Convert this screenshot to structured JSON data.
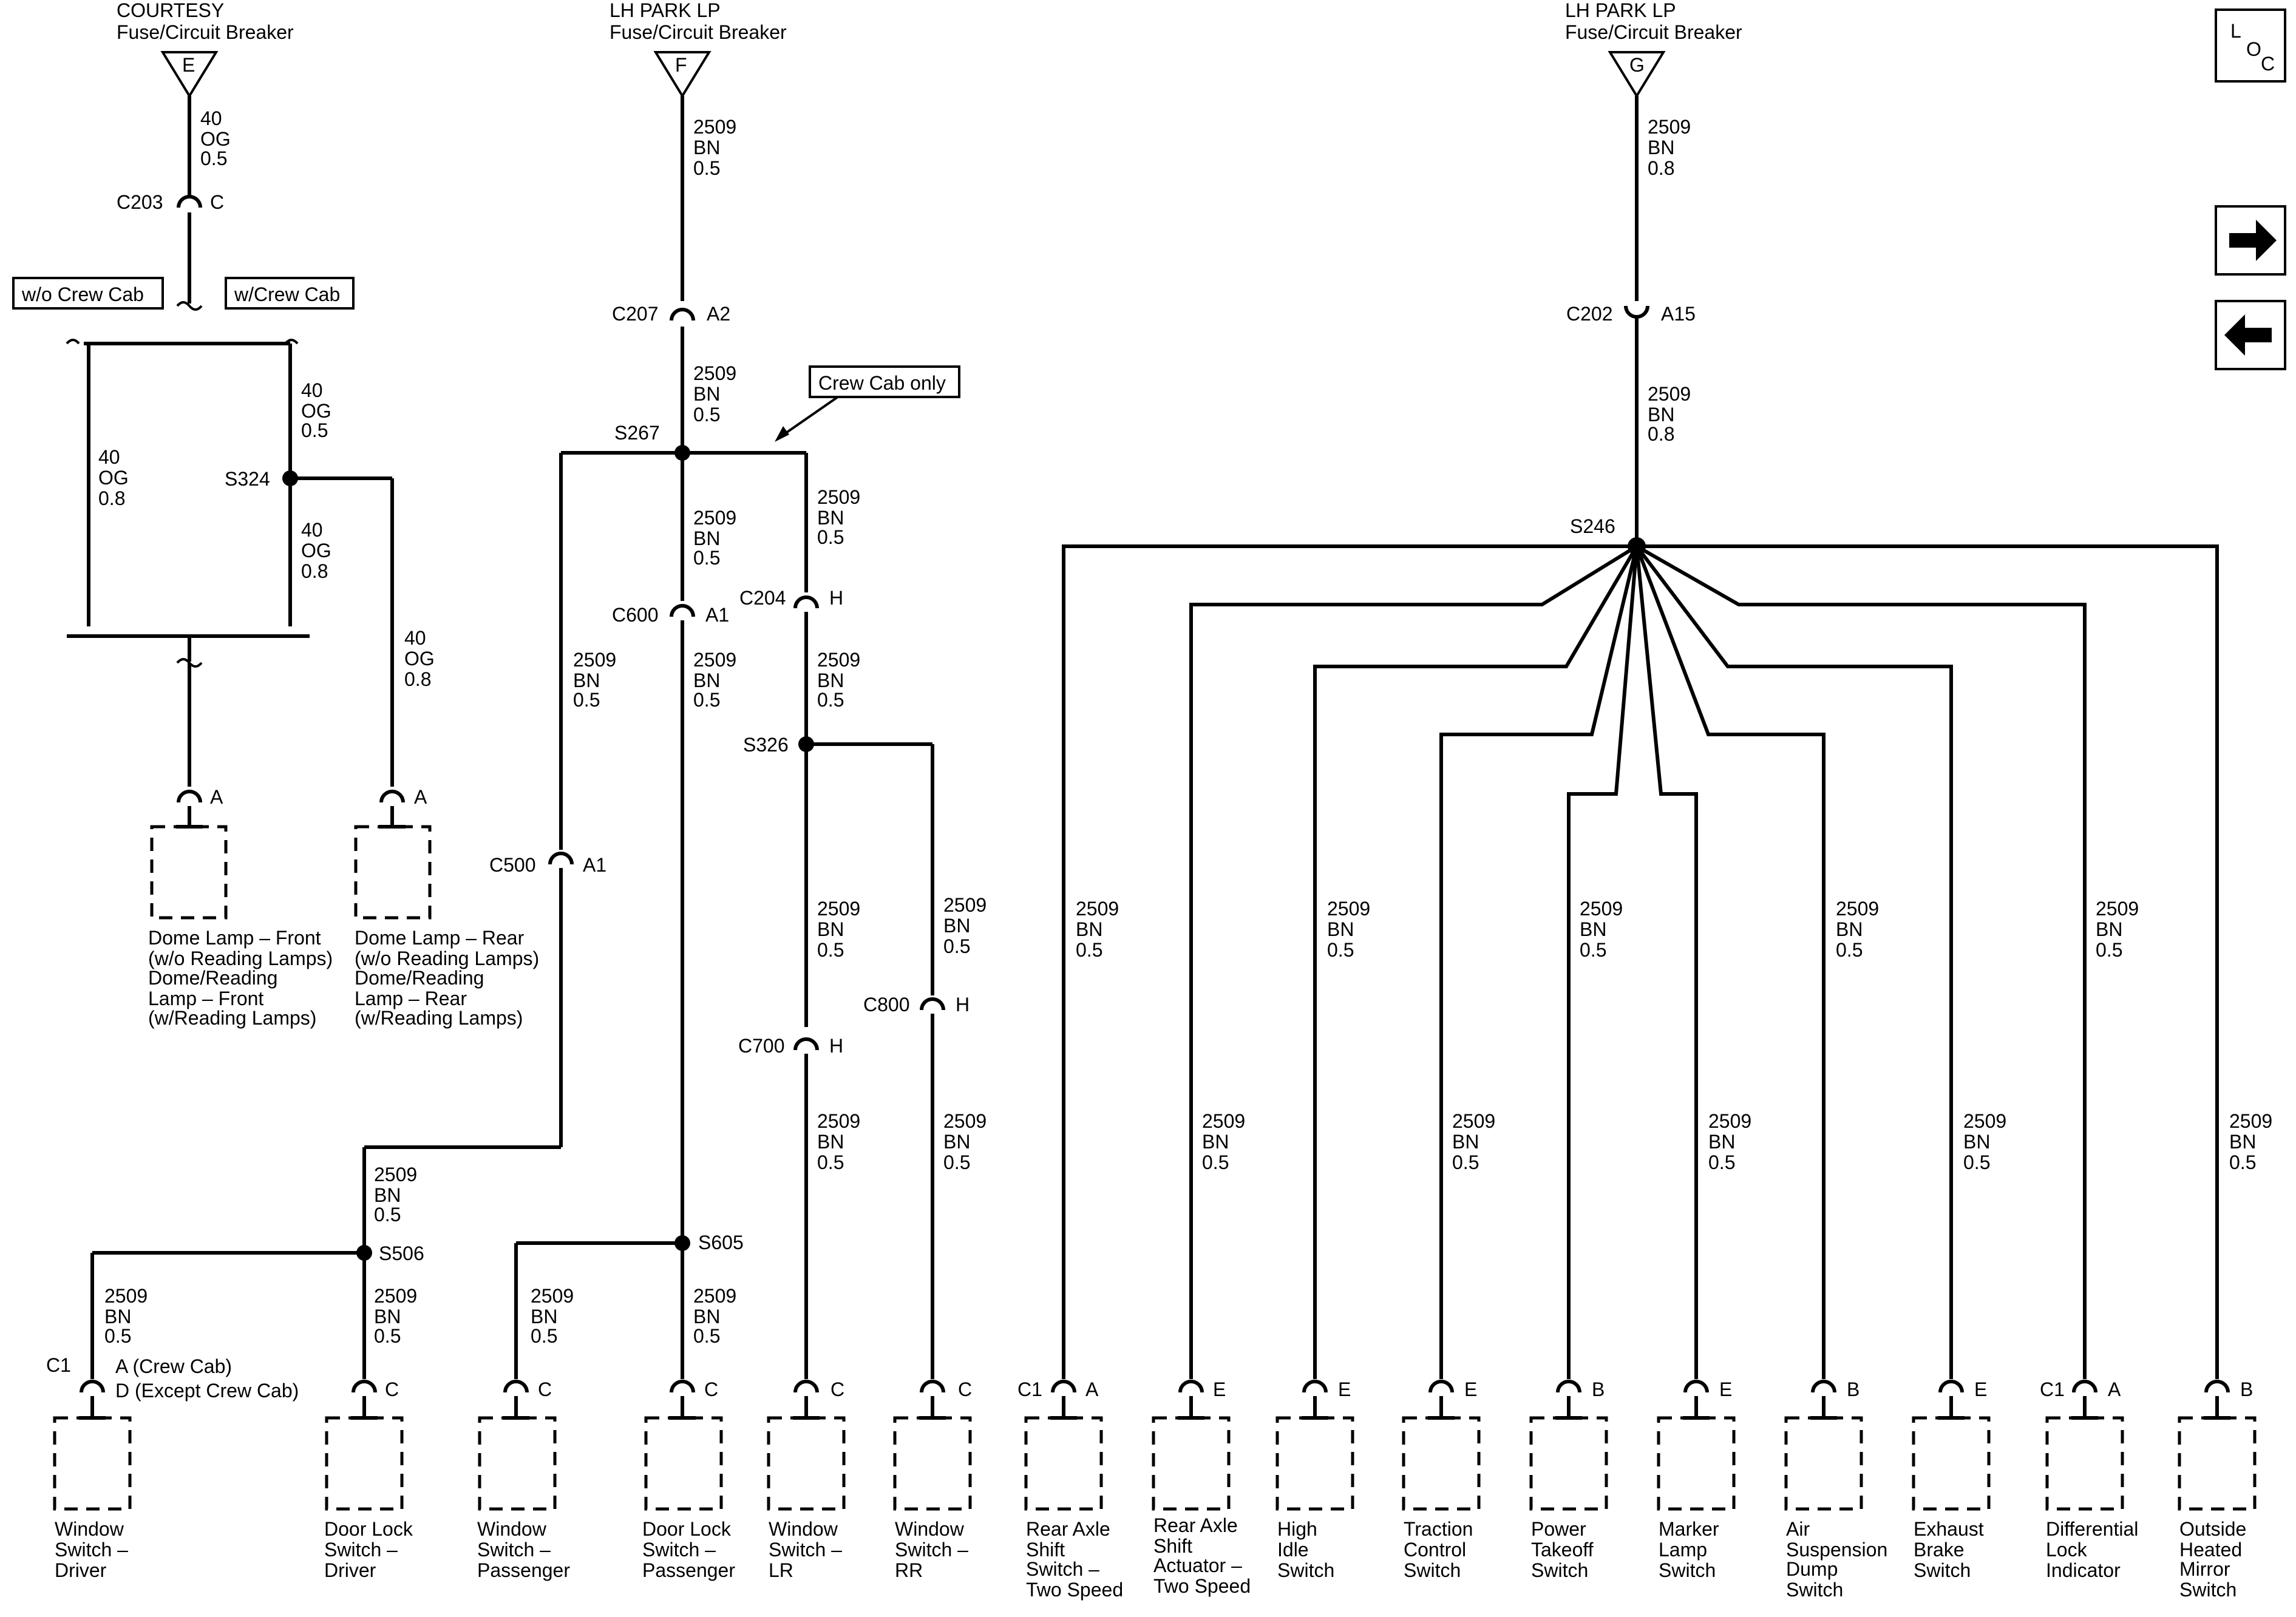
{
  "sources": [
    {
      "id": "E",
      "title": "COURTESY",
      "subtitle": "Fuse/Circuit Breaker"
    },
    {
      "id": "F",
      "title": "LH PARK LP",
      "subtitle": "Fuse/Circuit Breaker"
    },
    {
      "id": "G",
      "title": "LH PARK LP",
      "subtitle": "Fuse/Circuit Breaker"
    }
  ],
  "nav": {
    "loc_l": "L",
    "loc_o": "O",
    "loc_c": "C"
  },
  "options": {
    "wo_crew": "w/o Crew Cab",
    "w_crew": "w/Crew Cab",
    "crew_only": "Crew Cab only"
  },
  "wire": {
    "og": "OG",
    "bn": "BN",
    "c40": "40",
    "c2509": "2509",
    "g05": "0.5",
    "g08": "0.8"
  },
  "connectors": {
    "c203": "C203",
    "c203_pin": "C",
    "c207": "C207",
    "c207_pin": "A2",
    "c202": "C202",
    "c202_pin": "A15",
    "c600": "C600",
    "c600_pin": "A1",
    "c204": "C204",
    "c204_pin": "H",
    "c500": "C500",
    "c500_pin": "A1",
    "c700": "C700",
    "c700_pin": "H",
    "c800": "C800",
    "c800_pin": "H",
    "c1": "C1"
  },
  "splices": {
    "s324": "S324",
    "s267": "S267",
    "s326": "S326",
    "s246": "S246",
    "s506": "S506",
    "s605": "S605"
  },
  "pins": {
    "a": "A",
    "b": "B",
    "c": "C",
    "e": "E",
    "crew": "A (Crew Cab)",
    "except": "D (Except Crew Cab)"
  },
  "components": {
    "dome_front": [
      "Dome Lamp – Front",
      "(w/o Reading Lamps)",
      "Dome/Reading",
      "Lamp – Front",
      "(w/Reading Lamps)"
    ],
    "dome_rear": [
      "Dome Lamp – Rear",
      "(w/o Reading Lamps)",
      "Dome/Reading",
      "Lamp – Rear",
      "(w/Reading Lamps)"
    ],
    "window_driver": [
      "Window",
      "Switch –",
      "Driver"
    ],
    "door_driver": [
      "Door Lock",
      "Switch –",
      "Driver"
    ],
    "window_pass": [
      "Window",
      "Switch –",
      "Passenger"
    ],
    "door_pass": [
      "Door Lock",
      "Switch –",
      "Passenger"
    ],
    "window_lr": [
      "Window",
      "Switch –",
      "LR"
    ],
    "window_rr": [
      "Window",
      "Switch –",
      "RR"
    ],
    "rear_axle_switch": [
      "Rear Axle",
      "Shift",
      "Switch –",
      "Two  Speed"
    ],
    "rear_axle_actuator": [
      "Rear Axle",
      "Shift",
      "Actuator –",
      "Two  Speed"
    ],
    "high_idle": [
      "High",
      "Idle",
      "Switch"
    ],
    "traction": [
      "Traction",
      "Control",
      "Switch"
    ],
    "pto": [
      "Power",
      "Takeoff",
      "Switch"
    ],
    "marker": [
      "Marker",
      "Lamp",
      "Switch"
    ],
    "air_susp": [
      "Air",
      "Suspension",
      "Dump",
      "Switch"
    ],
    "exhaust": [
      "Exhaust",
      "Brake",
      "Switch"
    ],
    "diff_lock": [
      "Differential",
      "Lock",
      "Indicator"
    ],
    "mirror": [
      "Outside",
      "Heated",
      "Mirror",
      "Switch"
    ]
  }
}
